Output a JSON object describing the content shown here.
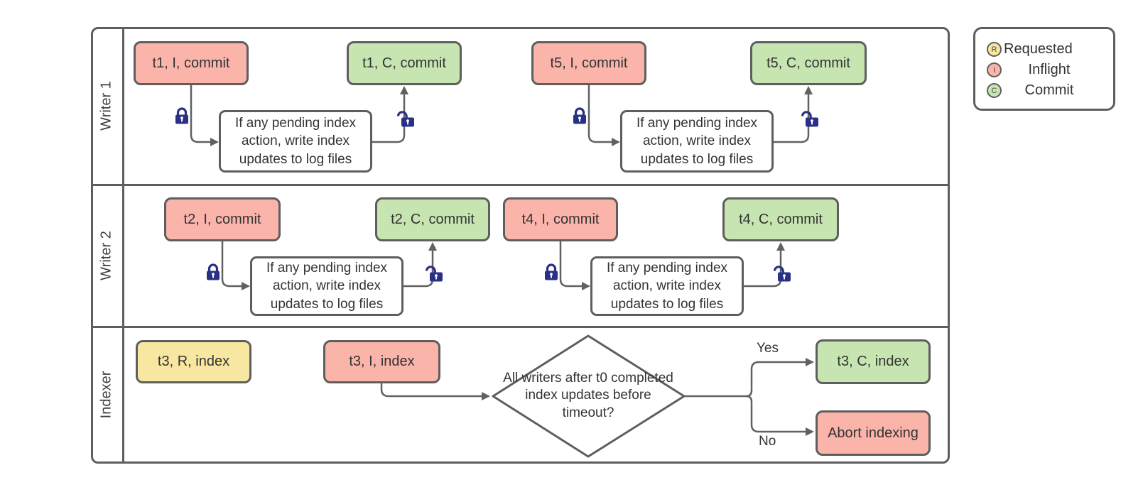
{
  "palette": {
    "background": "#ffffff",
    "border_gray": "#5e5e5e",
    "arrow_gray": "#616161",
    "text": "#333333",
    "lock_blue": "#2b3087",
    "state_requested": "#f8e7a1",
    "state_inflight": "#fab4a9",
    "state_commit": "#c6e5b1"
  },
  "lanes": [
    {
      "label": "Writer 1"
    },
    {
      "label": "Writer 2"
    },
    {
      "label": "Indexer"
    }
  ],
  "process_text": "If any pending index action, write index updates to log files",
  "nodes": {
    "t1_i": "t1, I, commit",
    "t1_c": "t1, C, commit",
    "t5_i": "t5, I, commit",
    "t5_c": "t5, C, commit",
    "t2_i": "t2, I, commit",
    "t2_c": "t2, C, commit",
    "t4_i": "t4, I, commit",
    "t4_c": "t4, C, commit",
    "t3_r": "t3, R, index",
    "t3_i": "t3, I, index",
    "t3_c": "t3, C, index",
    "abort": "Abort indexing"
  },
  "decision": {
    "text": "All writers after t0 completed index updates before timeout?",
    "yes_label": "Yes",
    "no_label": "No"
  },
  "legend": {
    "items": [
      {
        "letter": "R",
        "label": "Requested",
        "color": "#f8e7a1"
      },
      {
        "letter": "I",
        "label": "Inflight",
        "color": "#fab4a9"
      },
      {
        "letter": "C",
        "label": "Commit",
        "color": "#c6e5b1"
      }
    ]
  }
}
